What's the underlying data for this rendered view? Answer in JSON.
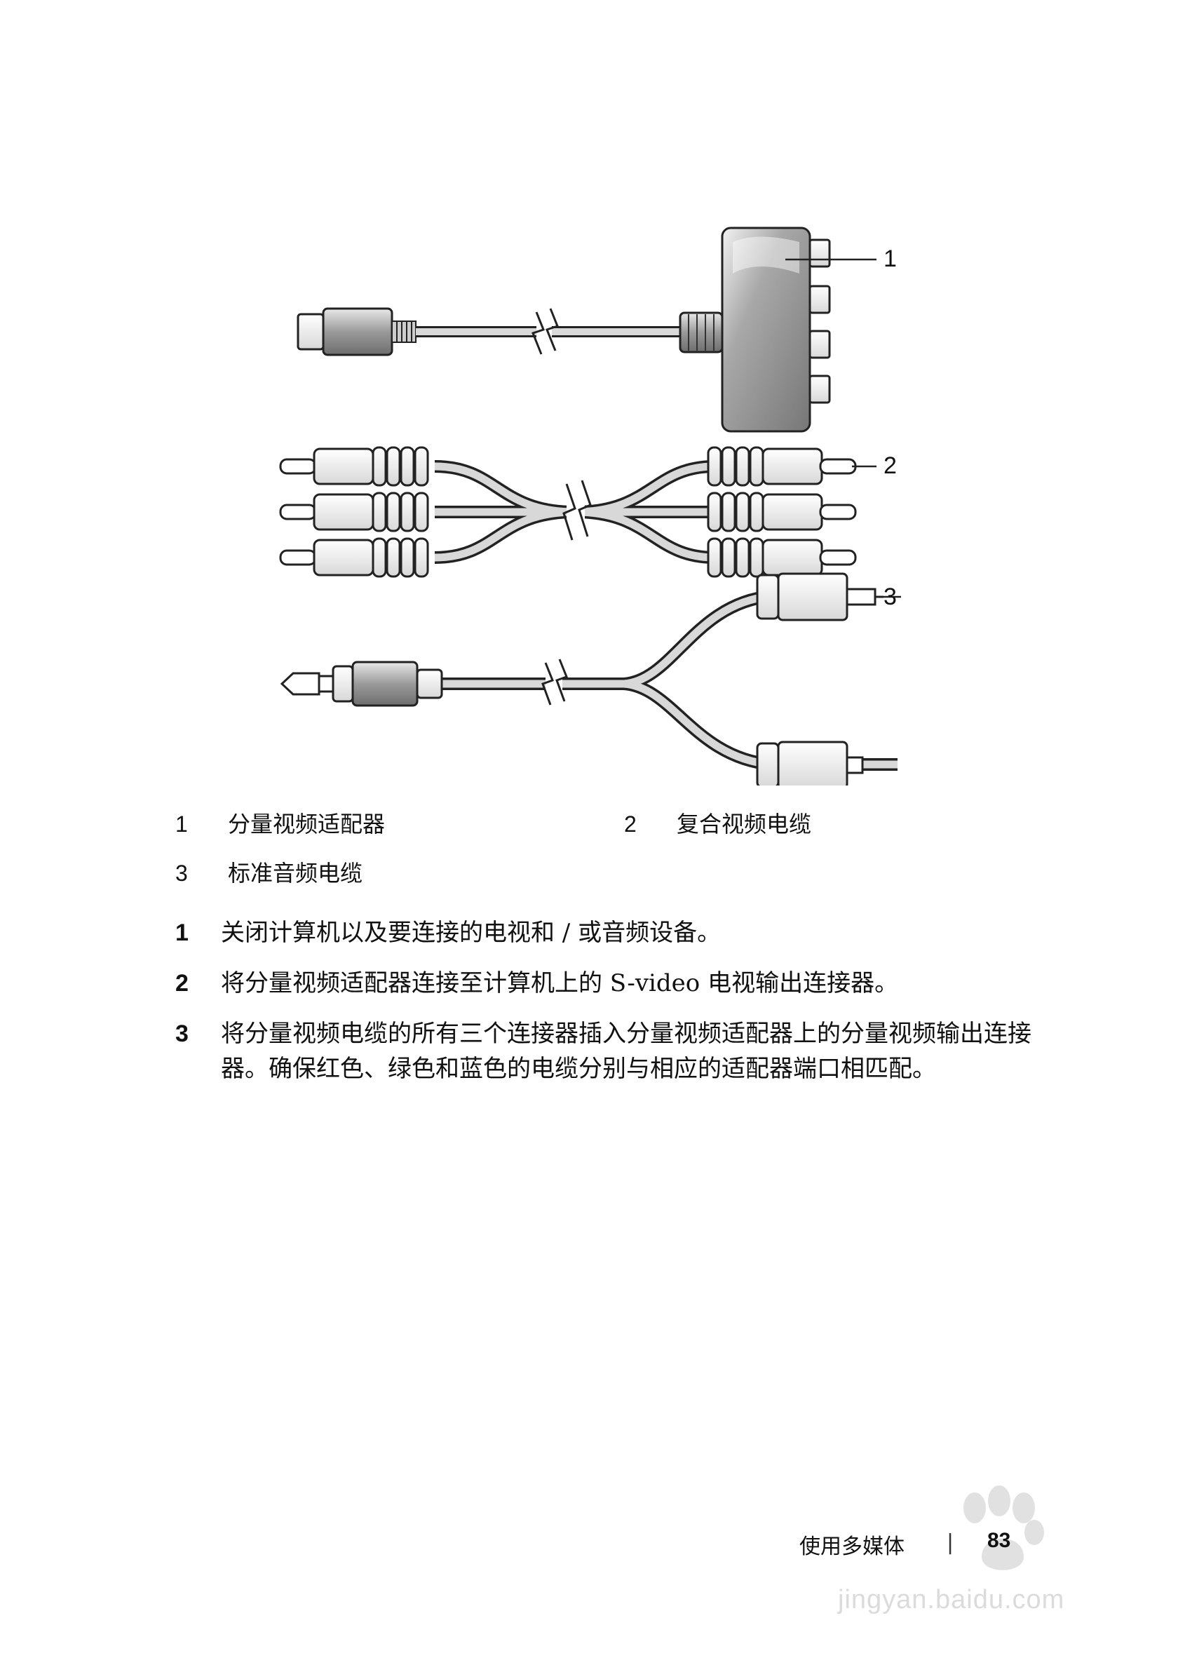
{
  "figure": {
    "callouts": [
      "1",
      "2",
      "3"
    ]
  },
  "legend": [
    {
      "num": "1",
      "label": "分量视频适配器"
    },
    {
      "num": "2",
      "label": "复合视频电缆"
    },
    {
      "num": "3",
      "label": "标准音频电缆"
    }
  ],
  "steps": [
    {
      "num": "1",
      "text": "关闭计算机以及要连接的电视和 / 或音频设备。"
    },
    {
      "num": "2",
      "text": "将分量视频适配器连接至计算机上的 S-video 电视输出连接器。"
    },
    {
      "num": "3",
      "text": "将分量视频电缆的所有三个连接器插入分量视频适配器上的分量视频输出连接器。确保红色、绿色和蓝色的电缆分别与相应的适配器端口相匹配。"
    }
  ],
  "footer": {
    "section_title": "使用多媒体",
    "separator": "|",
    "page_number": "83"
  },
  "watermark": {
    "url_text": "jingyan.baidu.com"
  }
}
